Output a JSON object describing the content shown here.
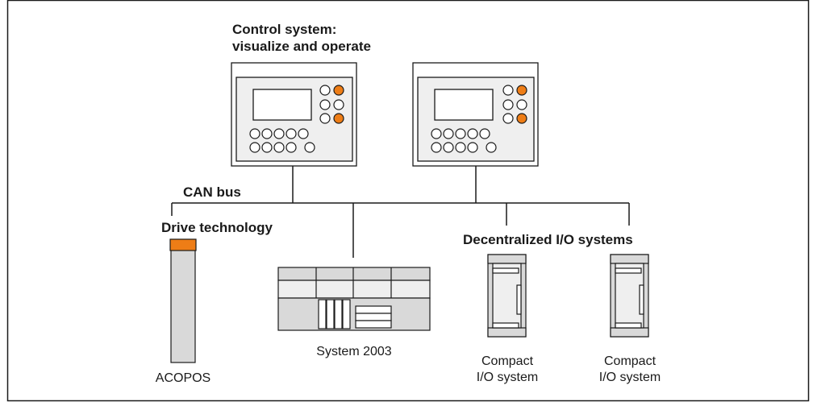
{
  "labels": {
    "control_line1": "Control system:",
    "control_line2": "visualize and operate",
    "can_bus": "CAN bus",
    "drive_technology": "Drive technology",
    "decentralized_io": "Decentralized I/O systems",
    "acopos": "ACOPOS",
    "system_2003": "System 2003",
    "compact_io_1_line1": "Compact",
    "compact_io_1_line2": "I/O system",
    "compact_io_2_line1": "Compact",
    "compact_io_2_line2": "I/O system"
  },
  "colors": {
    "accent_orange": "#ee7d16",
    "device_fill": "#d9d9d9",
    "panel_fill": "#efefef",
    "line": "#1a1a1a"
  }
}
